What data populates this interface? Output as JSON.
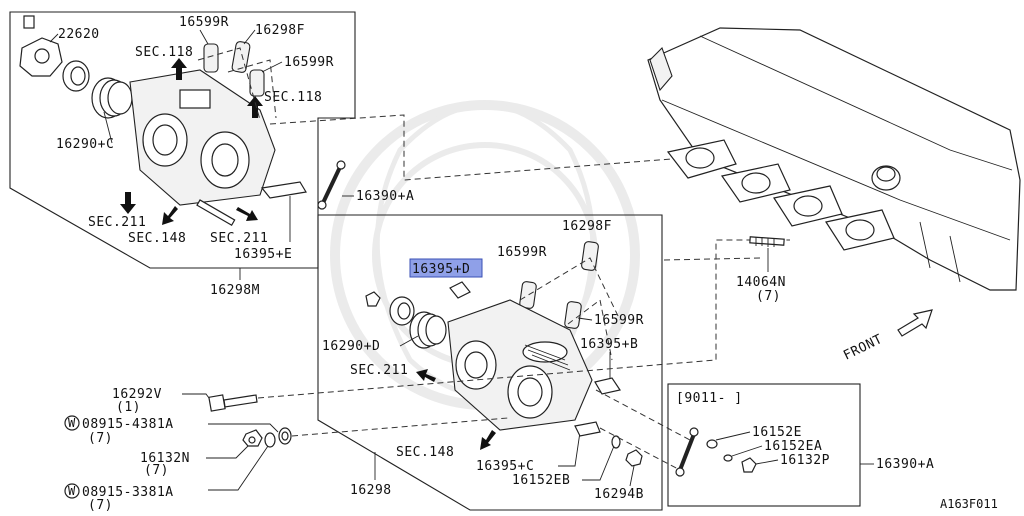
{
  "diagram": {
    "parts": {
      "p22620": "22620",
      "p16599R_top": "16599R",
      "p16298F_top": "16298F",
      "p16599R_right": "16599R",
      "sec118_a": "SEC.118",
      "sec118_b": "SEC.118",
      "p16290C": "16290+C",
      "sec211_a": "SEC.211",
      "sec148_a": "SEC.148",
      "sec211_b": "SEC.211",
      "p16395E": "16395+E",
      "p16298M": "16298M",
      "p16390A_top": "16390+A",
      "p16298F_mid": "16298F",
      "p16599R_mid": "16599R",
      "p16395D": "16395+D",
      "p16599R_mid2": "16599R",
      "p16290D": "16290+D",
      "p16395B": "16395+B",
      "sec211_c": "SEC.211",
      "p16292V": "16292V",
      "p16292V_qty": "(1)",
      "p08915_4381A": "08915-4381A",
      "p08915_4381A_qty": "(7)",
      "p16132N": "16132N",
      "p16132N_qty": "(7)",
      "p08915_3381A": "08915-3381A",
      "p08915_3381A_qty": "(7)",
      "sec148_b": "SEC.148",
      "p16395C": "16395+C",
      "p16152EB": "16152EB",
      "p16294B": "16294B",
      "p16298": "16298",
      "p14064N": "14064N",
      "p14064N_qty": "(7)",
      "front": "FRONT",
      "date_range": "[9011-    ]",
      "p16152E": "16152E",
      "p16152EA": "16152EA",
      "p16132P": "16132P",
      "p16390A_right": "16390+A",
      "washer_mark": "W",
      "diagram_id": "A163F011"
    },
    "highlight_color": "#8fa0e8"
  }
}
